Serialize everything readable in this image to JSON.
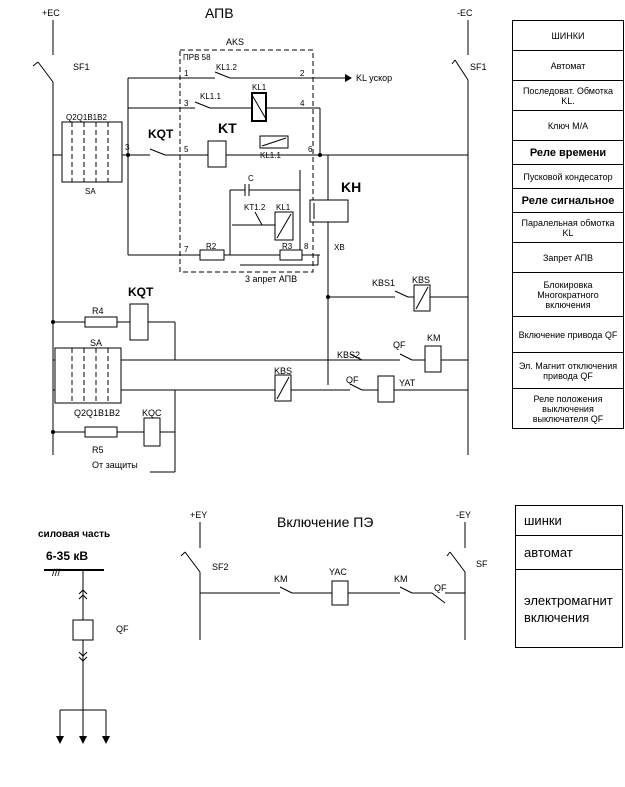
{
  "titles": {
    "apv": "АПВ",
    "vkl_pe": "Включение ПЭ",
    "power_part": "силовая часть",
    "voltage": "6-35 кВ"
  },
  "labels": {
    "plus_ec": "+EC",
    "minus_ec": "-EC",
    "plus_ey": "+EY",
    "minus_ey": "-EY",
    "sf1_left": "SF1",
    "sf1_right": "SF1",
    "sf2": "SF2",
    "sf_right": "SF",
    "aks": "AKS",
    "prv": "ПРВ 58",
    "kl12": "KL1.2",
    "kl11": "KL1.1",
    "kl1_top": "KL1",
    "kl11b": "KL1.1",
    "kl_uskor": "KL ускор",
    "c": "C",
    "kt12": "KT1.2",
    "kl1_mid": "KL1",
    "r2": "R2",
    "r3": "R3",
    "zapret": "3 апрет АПВ",
    "xb": "XB",
    "kqt_top": "KQT",
    "kt": "KT",
    "kh": "KH",
    "q2_top": "Q2Q1B1B2",
    "sa_top": "SA",
    "kqt_mid": "KQT",
    "r4": "R4",
    "sa_mid": "SA",
    "q2_bot": "Q2Q1B1B2",
    "kqc": "KQC",
    "r5": "R5",
    "ot_zashity": "От защиты",
    "kbs1": "KBS1",
    "kbs_top": "KBS",
    "qf1": "QF",
    "km_top": "KM",
    "kbs2": "KBS2",
    "kbs_low": "KBS",
    "qf2": "QF",
    "yat": "YAT",
    "km1": "KM",
    "yac": "YAC",
    "km2": "KM",
    "qf3": "QF",
    "qf_power": "QF",
    "tn1": "1",
    "tn2": "2",
    "tn3": "3",
    "tn4": "4",
    "tn5": "5",
    "tn6": "6",
    "tn7": "7",
    "tn8": "8",
    "tn3b": "3",
    "sixty": "///"
  },
  "legend": [
    {
      "text": "ШИНКИ",
      "bold": false
    },
    {
      "text": "Автомат",
      "bold": false
    },
    {
      "text": "Последоват. Обмотка KL.",
      "bold": false
    },
    {
      "text": "Ключ М/А",
      "bold": false
    },
    {
      "text": "Реле времени",
      "bold": true
    },
    {
      "text": "Пусковой кондесатор",
      "bold": false
    },
    {
      "text": "Реле сигнальное",
      "bold": true
    },
    {
      "text": "Паралельная обмотка KL",
      "bold": false
    },
    {
      "text": "Запрет АПВ",
      "bold": false
    },
    {
      "text": "Блокировка Многократного включения",
      "bold": false
    },
    {
      "text": "Включение привода QF",
      "bold": false
    },
    {
      "text": "Эл. Магнит отключения привода QF",
      "bold": false
    },
    {
      "text": "Реле положения выключения выключателя QF",
      "bold": false
    }
  ],
  "legend2": [
    "шинки",
    "автомат",
    "электромагнит включения"
  ]
}
